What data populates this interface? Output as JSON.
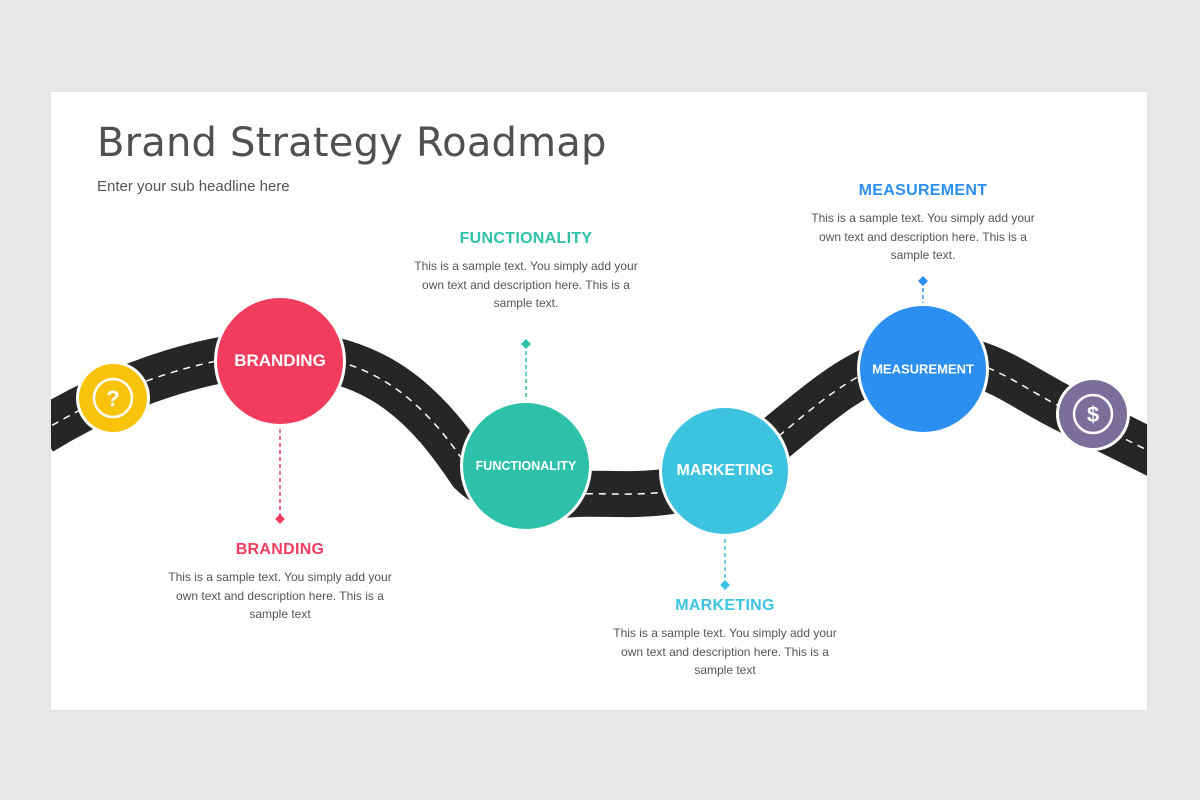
{
  "header": {
    "title": "Brand Strategy Roadmap",
    "subtitle": "Enter your sub headline here"
  },
  "colors": {
    "road": "#262626",
    "start": "#f9c30a",
    "branding": "#f23c5e",
    "functionality": "#2cc1a8",
    "marketing": "#3cc3e0",
    "measurement": "#2b8ff1",
    "end": "#7a6e9a"
  },
  "steps": [
    {
      "circle_label": "BRANDING",
      "heading": "BRANDING",
      "description": "This is a sample text. You simply add your own text and description  here. This is a sample text"
    },
    {
      "circle_label": "FUNCTIONALITY",
      "heading": "FUNCTIONALITY",
      "description": "This is a sample text. You simply add your own text and description  here. This is a sample text."
    },
    {
      "circle_label": "MARKETING",
      "heading": "MARKETING",
      "description": "This is a sample text. You simply add your own text and description  here. This is a sample text"
    },
    {
      "circle_label": "MEASUREMENT",
      "heading": "MEASUREMENT",
      "description": "This is a sample text. You simply add your own text and description  here. This is a sample text."
    }
  ],
  "icons": {
    "start": "question-icon",
    "end": "dollar-icon"
  }
}
